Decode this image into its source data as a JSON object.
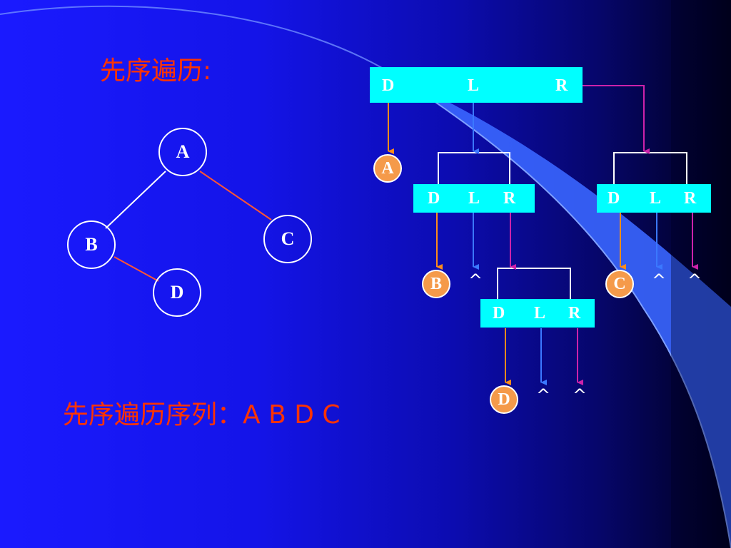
{
  "title": "先序遍历:",
  "sequence": "先序遍历序列：A  B  D  C",
  "tree": {
    "nodes": {
      "a": "A",
      "b": "B",
      "c": "C",
      "d": "D"
    }
  },
  "colors": {
    "background": "#1a1aff",
    "box": "#00ffff",
    "output_node": "#f59a4a",
    "edge_red": "#ff5533",
    "arrow_d": "#ff8c1a",
    "arrow_l": "#3b78ff",
    "arrow_r": "#cc22aa",
    "text_red": "#ff3300"
  },
  "traversal": {
    "root_box": {
      "d": "D",
      "l": "L",
      "r": "R"
    },
    "box_b": {
      "d": "D",
      "l": "L",
      "r": "R"
    },
    "box_c": {
      "d": "D",
      "l": "L",
      "r": "R"
    },
    "box_d": {
      "d": "D",
      "l": "L",
      "r": "R"
    },
    "visit_a": "A",
    "visit_b": "B",
    "visit_c": "C",
    "visit_d": "D",
    "null_symbol": "^"
  }
}
